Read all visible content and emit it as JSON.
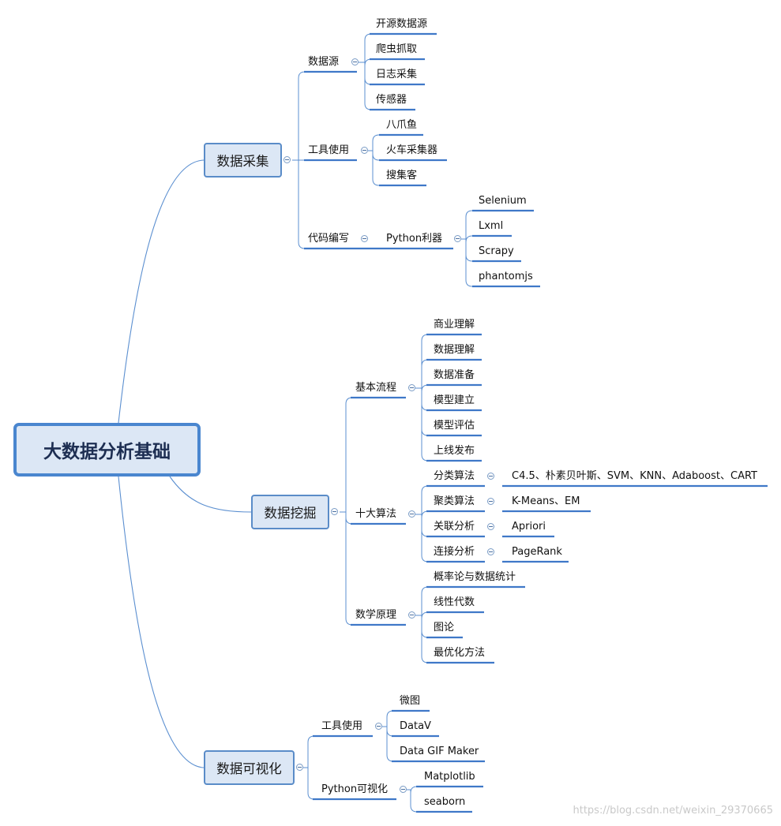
{
  "root": "大数据分析基础",
  "branches": [
    {
      "label": "数据采集",
      "children": [
        {
          "label": "数据源",
          "children": [
            {
              "label": "开源数据源"
            },
            {
              "label": "爬虫抓取"
            },
            {
              "label": "日志采集"
            },
            {
              "label": "传感器"
            }
          ]
        },
        {
          "label": "工具使用",
          "children": [
            {
              "label": "八爪鱼"
            },
            {
              "label": "火车采集器"
            },
            {
              "label": "搜集客"
            }
          ]
        },
        {
          "label": "代码编写",
          "children": [
            {
              "label": "Python利器",
              "children": [
                {
                  "label": "Selenium"
                },
                {
                  "label": "Lxml"
                },
                {
                  "label": "Scrapy"
                },
                {
                  "label": "phantomjs"
                }
              ]
            }
          ]
        }
      ]
    },
    {
      "label": "数据挖掘",
      "children": [
        {
          "label": "基本流程",
          "children": [
            {
              "label": "商业理解"
            },
            {
              "label": "数据理解"
            },
            {
              "label": "数据准备"
            },
            {
              "label": "模型建立"
            },
            {
              "label": "模型评估"
            },
            {
              "label": "上线发布"
            }
          ]
        },
        {
          "label": "十大算法",
          "children": [
            {
              "label": "分类算法",
              "children": [
                {
                  "label": "C4.5、朴素贝叶斯、SVM、KNN、Adaboost、CART"
                }
              ]
            },
            {
              "label": "聚类算法",
              "children": [
                {
                  "label": "K-Means、EM"
                }
              ]
            },
            {
              "label": "关联分析",
              "children": [
                {
                  "label": "Apriori"
                }
              ]
            },
            {
              "label": "连接分析",
              "children": [
                {
                  "label": "PageRank"
                }
              ]
            }
          ]
        },
        {
          "label": "数学原理",
          "children": [
            {
              "label": "概率论与数据统计"
            },
            {
              "label": "线性代数"
            },
            {
              "label": "图论"
            },
            {
              "label": "最优化方法"
            }
          ]
        }
      ]
    },
    {
      "label": "数据可视化",
      "children": [
        {
          "label": "工具使用",
          "children": [
            {
              "label": "微图"
            },
            {
              "label": "DataV"
            },
            {
              "label": "Data GIF Maker"
            }
          ]
        },
        {
          "label": "Python可视化",
          "children": [
            {
              "label": "Matplotlib"
            },
            {
              "label": "seaborn"
            }
          ]
        }
      ]
    }
  ],
  "watermark": "https://blog.csdn.net/weixin_29370665",
  "colors": {
    "line": "#5b8fd0",
    "underline": "#3f78c8",
    "box_fill": "#dce7f5",
    "box_border": "#4a86cf"
  }
}
